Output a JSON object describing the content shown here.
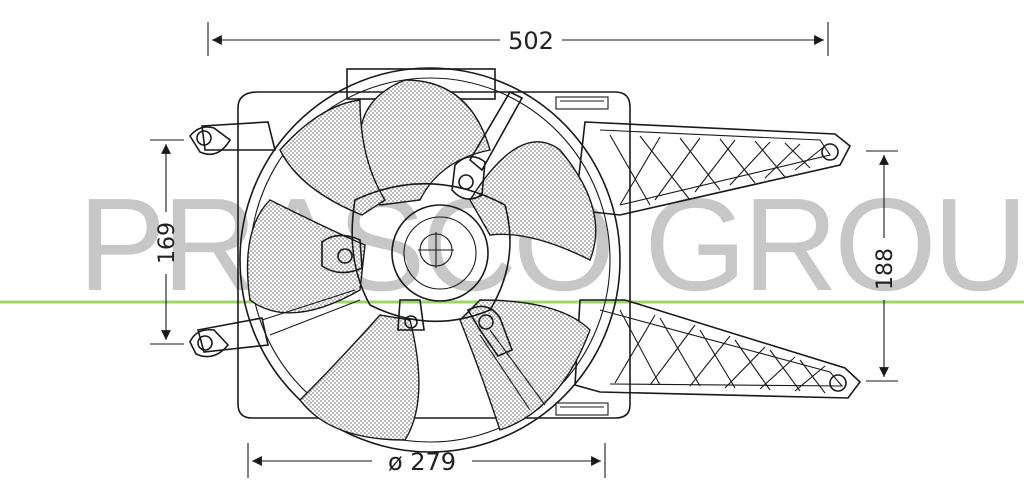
{
  "watermark": {
    "text": "PRASCO GROUP",
    "color": "#c7c7c7"
  },
  "guide_line_color": "#9ed46a",
  "dimensions": {
    "width": "502",
    "height_left": "169",
    "height_right": "188",
    "diameter": "ø 279"
  }
}
